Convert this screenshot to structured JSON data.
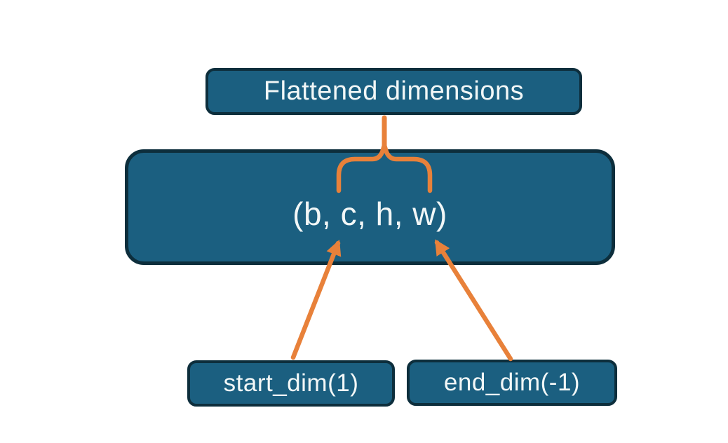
{
  "diagram": {
    "title_box": {
      "label": "Flattened dimensions"
    },
    "tensor_box": {
      "label": "(b, c, h, w)"
    },
    "start_box": {
      "label": "start_dim(1)"
    },
    "end_box": {
      "label": "end_dim(-1)"
    },
    "connectors": {
      "brace": "brace-over-flattened-dims",
      "stem": "stem-from-title-box",
      "start_arrow": "arrow-start-dim-to-dim-c",
      "end_arrow": "arrow-end-dim-to-dim-w"
    },
    "colors": {
      "box_fill": "#1b5f80",
      "box_border": "#0d2e3c",
      "accent_orange": "#e8813a",
      "text": "#f2f7f7",
      "background": "#ffffff"
    }
  }
}
